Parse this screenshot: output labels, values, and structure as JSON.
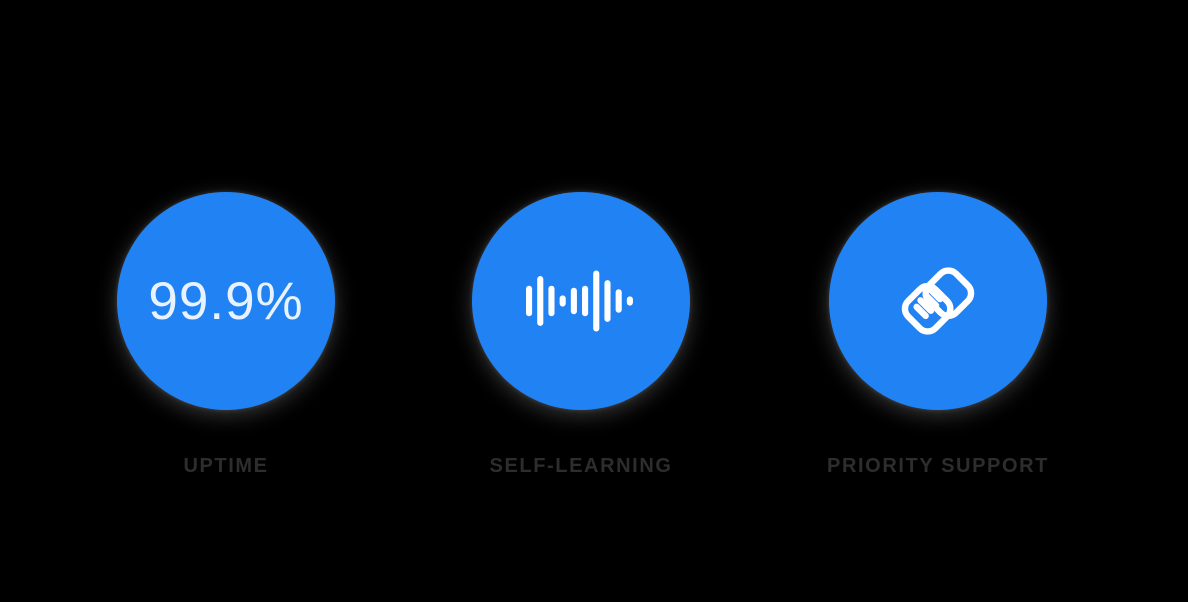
{
  "page": {
    "background_color": "#000000",
    "label_color": "#2d2d2d",
    "icon_color": "#ffffff"
  },
  "features": [
    {
      "type": "stat",
      "circle_color": "#2182f4",
      "stat_text": "99.9%",
      "stat_color": "#e9f3ff",
      "label": "UPTIME"
    },
    {
      "type": "icon",
      "circle_color": "#2182f4",
      "icon": "audio-waveform-icon",
      "label": "SELF-LEARNING",
      "waveform_bar_heights": [
        30,
        49,
        30,
        11,
        26,
        30,
        60,
        41,
        23,
        9
      ]
    },
    {
      "type": "icon",
      "circle_color": "#2182f4",
      "icon": "handshake-icon",
      "label": "PRIORITY SUPPORT"
    }
  ]
}
